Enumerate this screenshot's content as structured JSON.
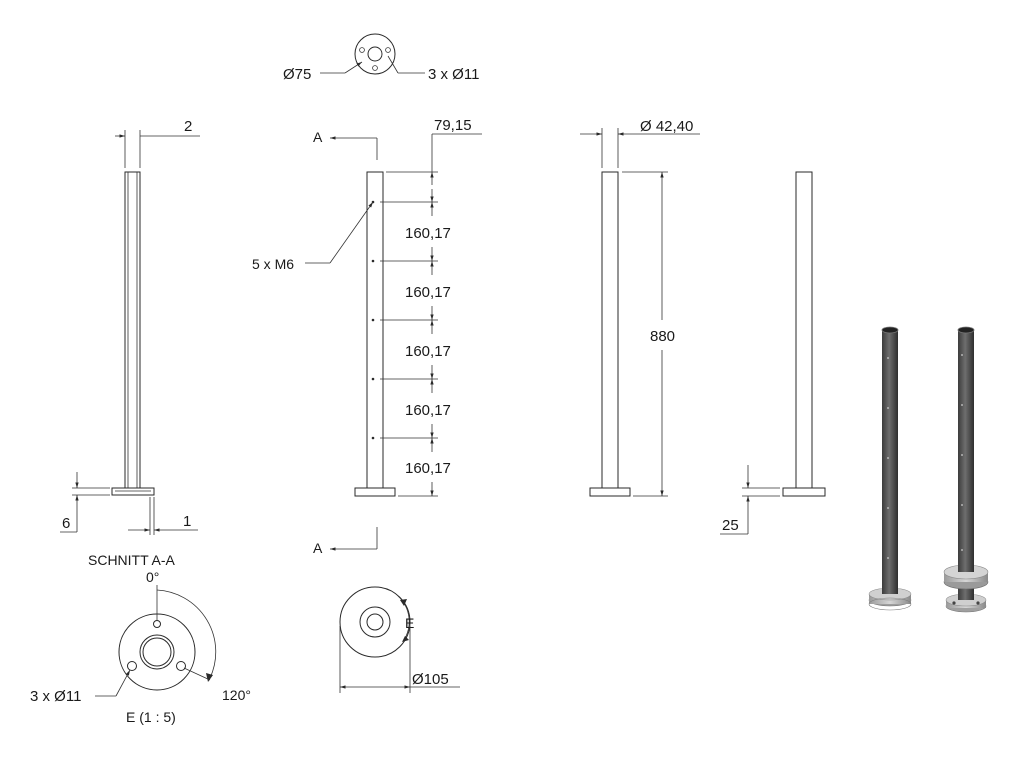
{
  "drawing": {
    "top_view": {
      "diameter": "Ø75",
      "holes": "3 x Ø11"
    },
    "front_view": {
      "wall": "2",
      "flange_thickness": "6",
      "offset": "1"
    },
    "side_view": {
      "section_marker": "A",
      "first_hole": "79,15",
      "spacings": [
        "160,17",
        "160,17",
        "160,17",
        "160,17",
        "160,17"
      ],
      "thread_callout": "5 x M6"
    },
    "right_view": {
      "tube_diameter": "Ø 42,40",
      "height": "880"
    },
    "far_right_view": {
      "base_height": "25"
    },
    "section": {
      "title": "SCHNITT A-A",
      "diameter": "Ø105",
      "detail_marker": "E"
    },
    "detail": {
      "angle_top": "0°",
      "angle": "120°",
      "holes": "3 x Ø11",
      "title": "E (1 : 5)"
    }
  },
  "colors": {
    "line": "#2a2a2a",
    "shade_dark": "#4a4a4a",
    "shade_light": "#b8b8b8"
  }
}
